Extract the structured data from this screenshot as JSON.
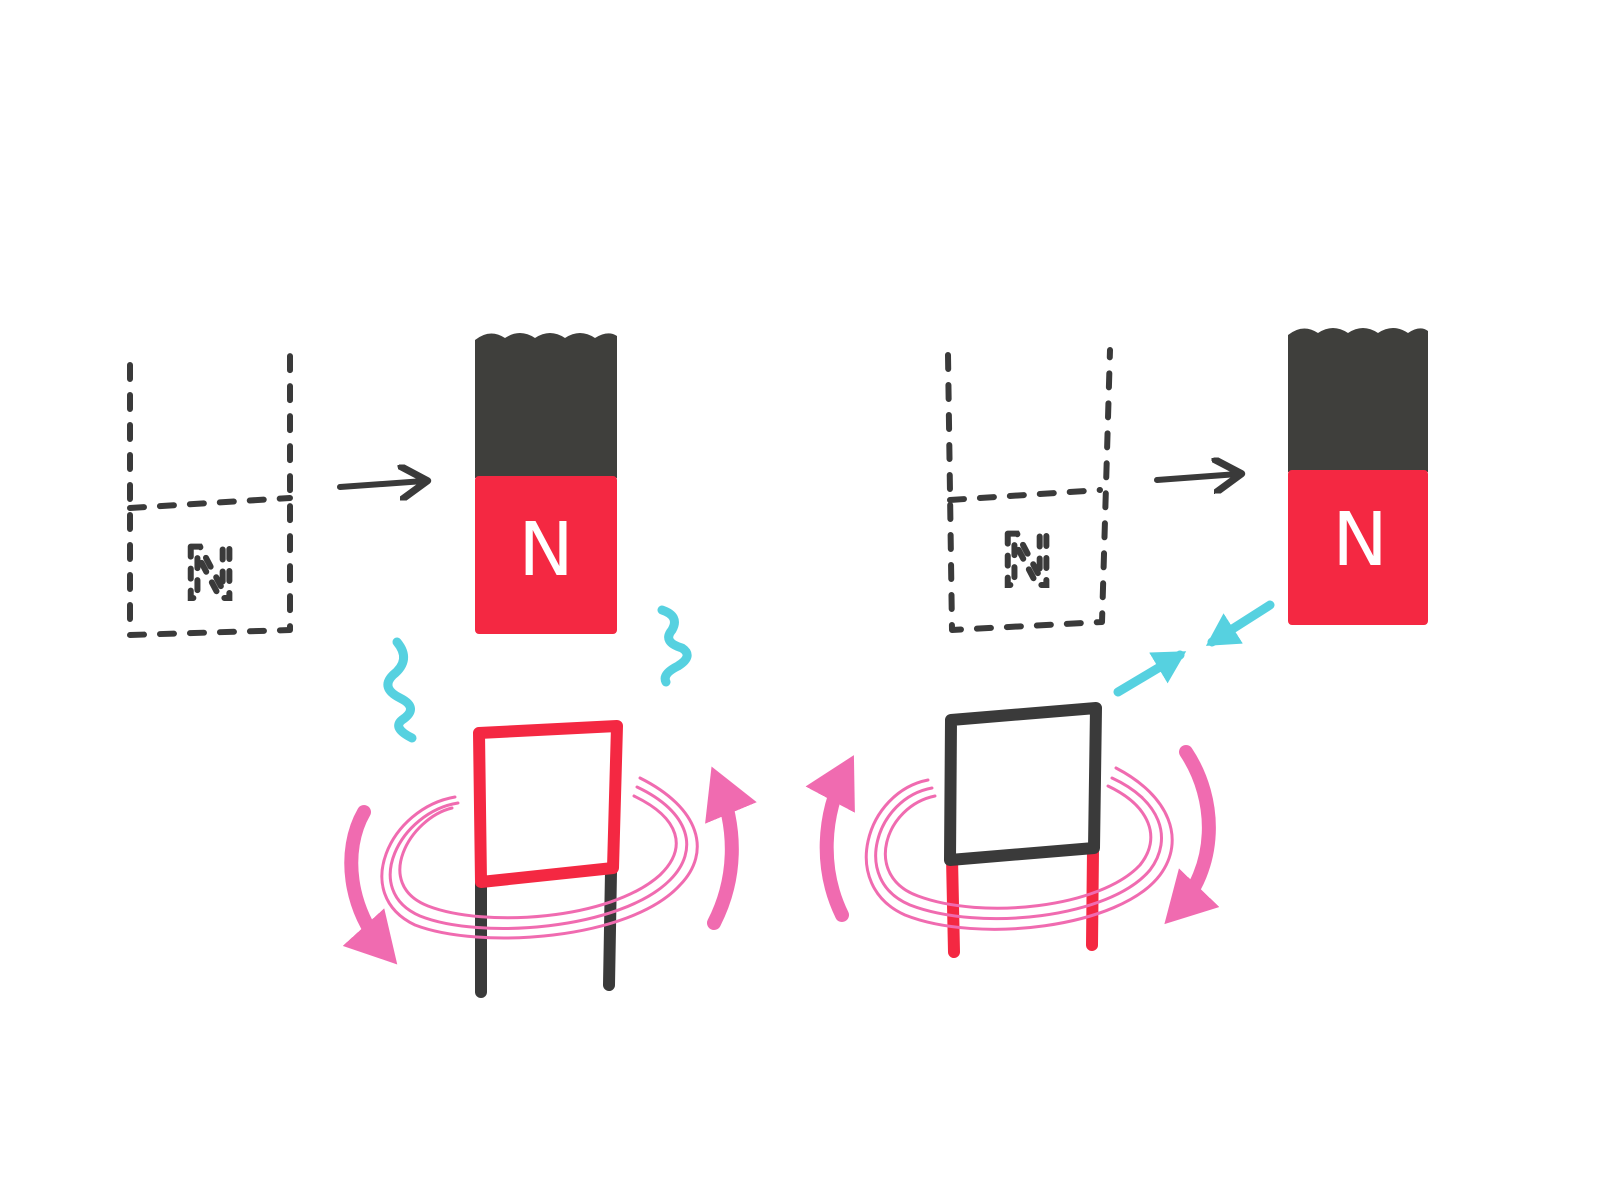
{
  "colors": {
    "magnet_dark": "#3f3f3c",
    "magnet_red": "#f42842",
    "ghost_outline": "#3a3a3a",
    "arrow_dark": "#3a3a3a",
    "field_lines": "#f06bb0",
    "repel_blue": "#56d1e0",
    "background": "#ffffff"
  },
  "panels": [
    {
      "id": "repel",
      "ghost_magnet_label": "N",
      "magnet_label": "N",
      "coil_top_color": "red",
      "coil_leads_color": "dark",
      "interaction": "repel"
    },
    {
      "id": "attract",
      "ghost_magnet_label": "N",
      "magnet_label": "N",
      "coil_top_color": "dark",
      "coil_leads_color": "red",
      "interaction": "attract"
    }
  ],
  "icons": {
    "motion_arrow": "right-arrow-icon",
    "current_arrow": "curved-arrow-icon",
    "repel_mark": "squiggle-icon",
    "attract_mark": "converging-arrows-icon"
  }
}
